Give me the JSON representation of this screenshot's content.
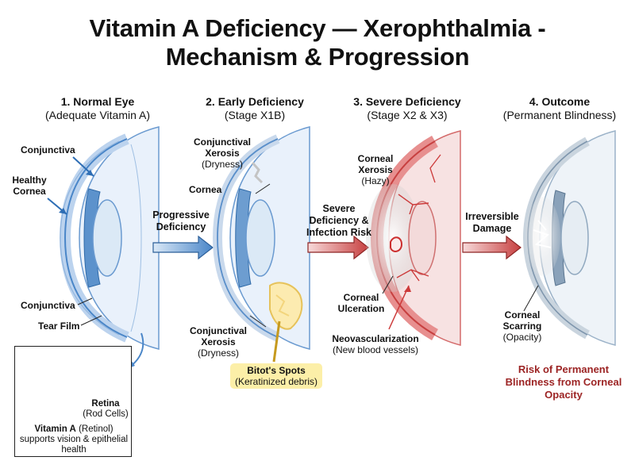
{
  "title": {
    "line1": "Vitamin A Deficiency — Xerophthalmia -",
    "line2": "Mechanism & Progression"
  },
  "stages": [
    {
      "heading": "1. Normal Eye",
      "subheading": "(Adequate Vitamin A)"
    },
    {
      "heading": "2. Early Deficiency",
      "subheading": "(Stage X1B)"
    },
    {
      "heading": "3. Severe Deficiency",
      "subheading": "(Stage X2 & X3)"
    },
    {
      "heading": "4. Outcome",
      "subheading": "(Permanent Blindness)"
    }
  ],
  "normal_eye": {
    "conjunctiva_top": "Conjunctiva",
    "healthy_cornea": "Healthy Cornea",
    "conjunctiva_bottom": "Conjunctiva",
    "tear_film": "Tear Film"
  },
  "early": {
    "conj_xerosis_top": {
      "name": "Conjunctival Xerosis",
      "note": "(Dryness)"
    },
    "cornea": "Cornea",
    "conj_xerosis_bottom": {
      "name": "Conjunctival Xerosis",
      "note": "(Dryness)"
    },
    "bitot": {
      "name": "Bitot's Spots",
      "note": "(Keratinized debris)"
    }
  },
  "severe": {
    "corneal_xerosis": {
      "name": "Corneal Xerosis",
      "note": "(Hazy)"
    },
    "corneal_ulceration": "Corneal Ulceration",
    "neovascularization": {
      "name": "Neovascularization",
      "note": "(New blood vessels)"
    }
  },
  "outcome": {
    "scarring": {
      "name": "Corneal Scarring",
      "note": "(Opacity)"
    },
    "risk": "Risk of Permanent Blindness from Corneal Opacity"
  },
  "arrows": [
    {
      "label": "Progressive Deficiency",
      "color": "#3f7fc0"
    },
    {
      "label": "Severe Deficiency & Infection Risk",
      "color": "#c74040"
    },
    {
      "label": "Irreversible Damage",
      "color": "#c74040"
    }
  ],
  "inset": {
    "retina": "Retina",
    "rod_cells": "(Rod Cells)",
    "vitamin": "Vitamin A",
    "retinol": "(Retinol)",
    "description": "supports vision & epithelial health"
  },
  "colors": {
    "blue": "#3f7fc0",
    "red": "#c74040",
    "yellow": "#fcefa8",
    "risk_text": "#9c2424"
  }
}
